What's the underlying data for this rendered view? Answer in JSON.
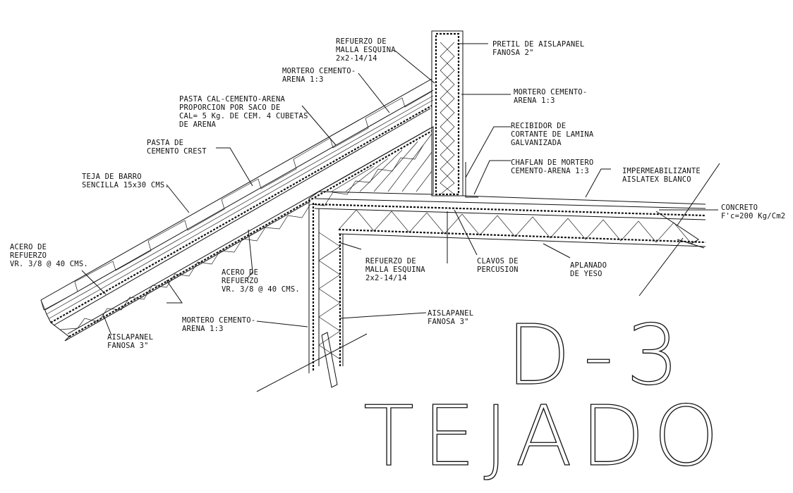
{
  "labels": {
    "refuerzo_top_1": "REFUERZO DE",
    "refuerzo_top_2": "MALLA ESQUINA",
    "refuerzo_top_3": "2x2-14/14",
    "pretil_1": "PRETIL DE AISLAPANEL",
    "pretil_2": "FANOSA 2\"",
    "mortero_left_1": "MORTERO CEMENTO-",
    "mortero_left_2": "ARENA 1:3",
    "mortero_right_1": "MORTERO CEMENTO-",
    "mortero_right_2": "ARENA 1:3",
    "pasta_cal_1": "PASTA CAL-CEMENTO-ARENA",
    "pasta_cal_2": "PROPORCION POR SACO DE",
    "pasta_cal_3": "CAL= 5 Kg. DE CEM. 4 CUBETAS",
    "pasta_cal_4": "DE ARENA",
    "recibidor_1": "RECIBIDOR DE",
    "recibidor_2": "CORTANTE DE LAMINA",
    "recibidor_3": "GALVANIZADA",
    "pasta_crest_1": "PASTA DE",
    "pasta_crest_2": "CEMENTO CREST",
    "chaflan_1": "CHAFLAN DE MORTERO",
    "chaflan_2": "CEMENTO-ARENA 1:3",
    "imper_1": "IMPERMEABILIZANTE",
    "imper_2": "AISLATEX BLANCO",
    "teja_1": "TEJA DE BARRO",
    "teja_2": "SENCILLA 15x30 CMS.",
    "concreto_1": "CONCRETO",
    "concreto_2": "F'c=200 Kg/Cm2",
    "acero_left_1": "ACERO DE",
    "acero_left_2": "REFUERZO",
    "acero_left_3": "VR. 3/8 @ 40 CMS.",
    "acero_mid_1": "ACERO DE",
    "acero_mid_2": "REFUERZO",
    "acero_mid_3": "VR. 3/8 @ 40 CMS.",
    "refuerzo_mid_1": "REFUERZO DE",
    "refuerzo_mid_2": "MALLA ESQUINA",
    "refuerzo_mid_3": "2x2-14/14",
    "clavos_1": "CLAVOS DE",
    "clavos_2": "PERCUSION",
    "aplanado_1": "APLANADO",
    "aplanado_2": "DE YESO",
    "mortero_bottom_1": "MORTERO CEMENTO-",
    "mortero_bottom_2": "ARENA 1:3",
    "aislapanel_mid_1": "AISLAPANEL",
    "aislapanel_mid_2": "FANOSA 3\"",
    "aislapanel_left_1": "AISLAPANEL",
    "aislapanel_left_2": "FANOSA 3\""
  },
  "title": {
    "code": "D-3",
    "name": "TEJADO"
  }
}
